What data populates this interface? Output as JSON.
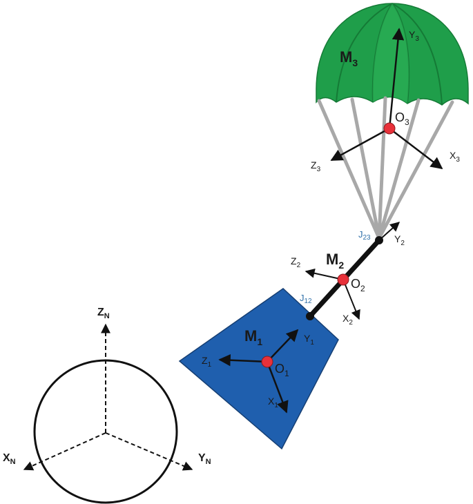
{
  "colors": {
    "canopy": "#1f9e4a",
    "canopy_dark": "#157a36",
    "canopy_light": "#2db55a",
    "payload": "#1f5fae",
    "payload_edge": "#163f73",
    "origin_point": "#e8313a",
    "lines": "#a8a8a8",
    "joint_label": "#2e6fa8",
    "ink": "#111111"
  },
  "bodies": {
    "m1": {
      "main": "M",
      "sub": "1"
    },
    "m2": {
      "main": "M",
      "sub": "2"
    },
    "m3": {
      "main": "M",
      "sub": "3"
    }
  },
  "origins": {
    "o1": {
      "main": "O",
      "sub": "1"
    },
    "o2": {
      "main": "O",
      "sub": "2"
    },
    "o3": {
      "main": "O",
      "sub": "3"
    }
  },
  "joints": {
    "j12": {
      "main": "J",
      "sub": "12"
    },
    "j23": {
      "main": "J",
      "sub": "23"
    }
  },
  "axes": {
    "x1": {
      "main": "X",
      "sub": "1"
    },
    "y1": {
      "main": "Y",
      "sub": "1"
    },
    "z1": {
      "main": "Z",
      "sub": "1"
    },
    "x2": {
      "main": "X",
      "sub": "2"
    },
    "y2": {
      "main": "Y",
      "sub": "2"
    },
    "z2": {
      "main": "Z",
      "sub": "2"
    },
    "x3": {
      "main": "X",
      "sub": "3"
    },
    "y3": {
      "main": "Y",
      "sub": "3"
    },
    "z3": {
      "main": "Z",
      "sub": "3"
    },
    "xn": {
      "main": "X",
      "sub": "N"
    },
    "yn": {
      "main": "Y",
      "sub": "N"
    },
    "zn": {
      "main": "Z",
      "sub": "N"
    }
  }
}
